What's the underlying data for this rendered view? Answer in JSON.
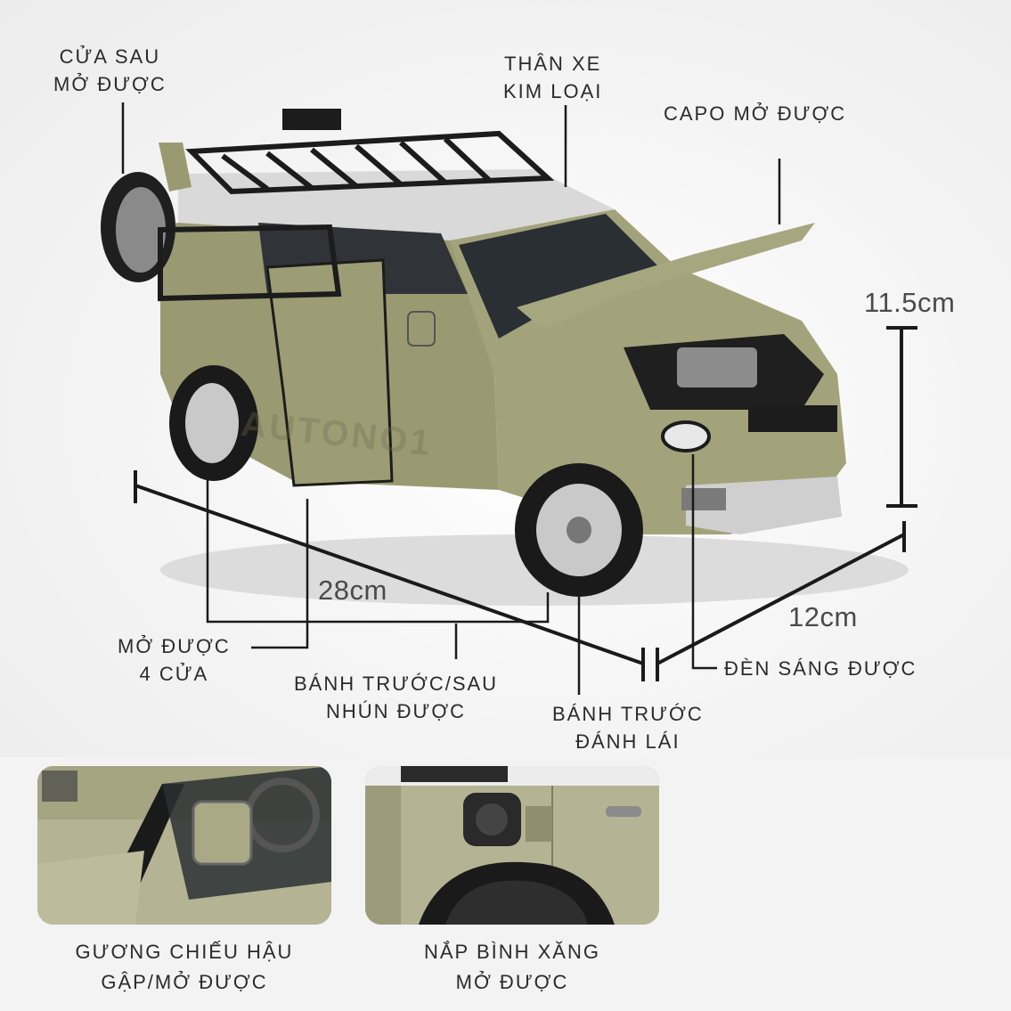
{
  "labels": {
    "rear_door": [
      "CỬA SAU",
      "MỞ ĐƯỢC"
    ],
    "body": [
      "THÂN XE",
      "KIM LOẠI"
    ],
    "hood": [
      "CAPO MỞ ĐƯỢC"
    ],
    "doors": [
      "MỞ ĐƯỢC",
      "4 CỬA"
    ],
    "suspension": [
      "BÁNH TRƯỚC/SAU",
      "NHÚN ĐƯỢC"
    ],
    "steering": [
      "BÁNH TRƯỚC",
      "ĐÁNH LÁI"
    ],
    "lights": [
      "ĐÈN SÁNG ĐƯỢC"
    ]
  },
  "dimensions": {
    "height": "11.5cm",
    "length": "28cm",
    "width": "12cm"
  },
  "watermark": "AUTONO1",
  "details": [
    {
      "caption": [
        "GƯƠNG CHIẾU HẬU",
        "GẬP/MỞ ĐƯỢC"
      ],
      "icon": "side-mirror-icon"
    },
    {
      "caption": [
        "NẮP BÌNH XĂNG",
        "MỞ ĐƯỢC"
      ],
      "icon": "fuel-cap-icon"
    }
  ],
  "colors": {
    "body_paint": "#9a9a72",
    "roof": "#d9d9d9",
    "trim": "#1c1c1c",
    "background": "#f3f3f3"
  }
}
